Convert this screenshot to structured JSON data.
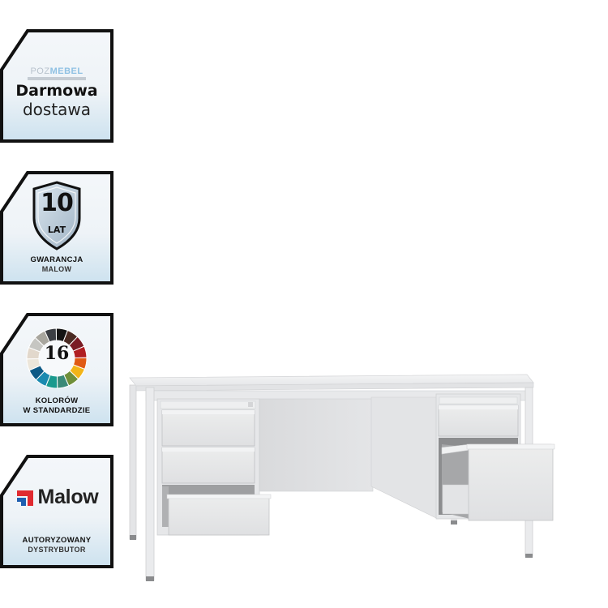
{
  "badges": [
    {
      "id": "free-delivery",
      "logo": {
        "part1": "POZ",
        "part2": "MEBEL",
        "part1_color": "#b8c2cc",
        "part2_color": "#8fc1e3"
      },
      "title": "Darmowa",
      "subtitle": "dostawa"
    },
    {
      "id": "warranty",
      "icon": "shield-icon",
      "number": "10",
      "unit": "LAT",
      "line1": "GWARANCJA",
      "line2": "MALOW"
    },
    {
      "id": "colors",
      "icon": "color-wheel-icon",
      "number": "16",
      "line1": "KOLORÓW",
      "line2": "W STANDARDZIE",
      "wheel_colors": [
        "#141414",
        "#4a2a22",
        "#7a1c24",
        "#b01e22",
        "#e05a14",
        "#f2b418",
        "#6f8f3a",
        "#3a8a78",
        "#1a9a8e",
        "#1a8ab0",
        "#0e5a86",
        "#ece6da",
        "#e2d8cc",
        "#c6c6c2",
        "#a8a69e",
        "#3c3f44"
      ]
    },
    {
      "id": "authorized-distributor",
      "logo": {
        "word": "Malow",
        "red": "#e02a30",
        "blue": "#1f5fb0"
      },
      "line1": "AUTORYZOWANY",
      "line2": "DYSTRYBUTOR"
    }
  ],
  "product": {
    "type": "desk-icon",
    "description": "Metal office desk with two drawer pedestals",
    "color": "#e9eaec"
  },
  "colors": {
    "badge_border": "#111111",
    "badge_bg_top": "#f3f6f9",
    "badge_bg_bottom": "#cfe3f0"
  }
}
